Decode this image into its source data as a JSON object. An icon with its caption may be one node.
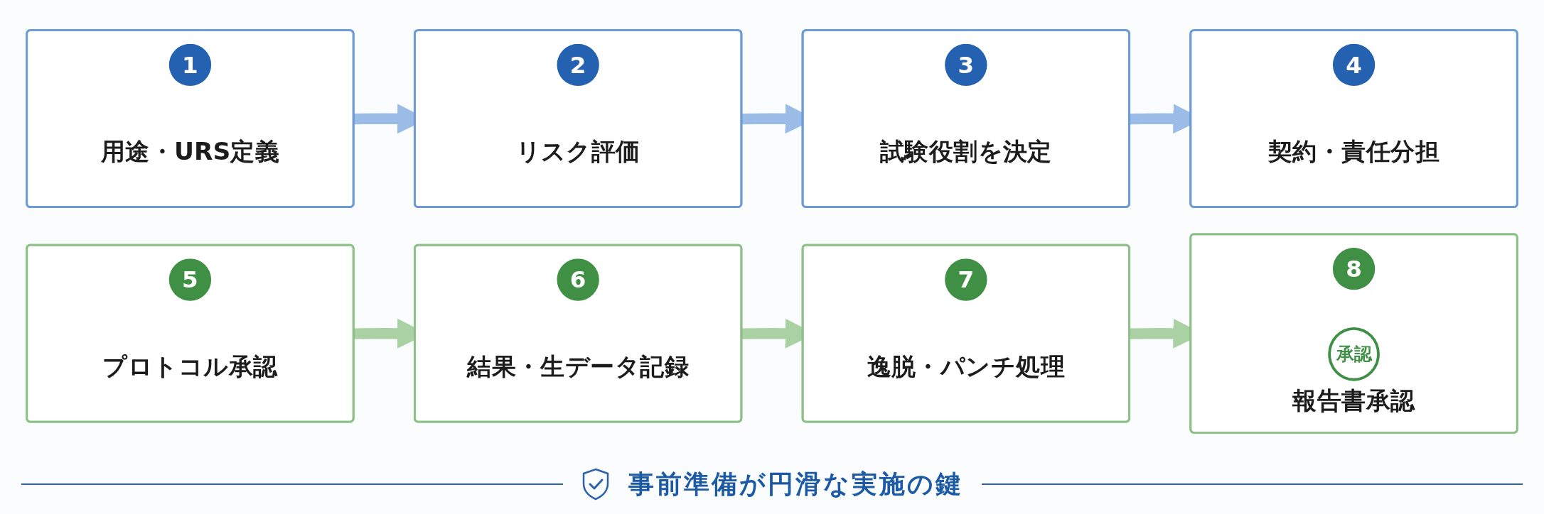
{
  "diagram": {
    "caption": "事前準備が円滑な実施の鍵",
    "nodes": [
      {
        "text": [
          "1",
          "用途・URS定義"
        ]
      },
      {
        "text": [
          "2",
          "リスク評価"
        ]
      },
      {
        "text": [
          "3",
          "試験役割を決定"
        ]
      },
      {
        "text": [
          "4",
          "契約・責任分担"
        ]
      },
      {
        "text": [
          "5",
          "プロトコル承認"
        ]
      },
      {
        "text": [
          "6",
          "結果・生データ記録"
        ]
      },
      {
        "text": [
          "7",
          "逸脱・パンチ処理"
        ]
      },
      {
        "text": [
          "8",
          "承認",
          "報告書承認"
        ]
      }
    ],
    "edges": [
      {
        "from": 0,
        "to": 1,
        "arrow": "to",
        "color": "#9bbce6"
      },
      {
        "from": 1,
        "to": 2,
        "arrow": "to",
        "color": "#9bbce6"
      },
      {
        "from": 2,
        "to": 3,
        "arrow": "to",
        "color": "#9bbce6"
      },
      {
        "from": 4,
        "to": 5,
        "arrow": "to",
        "color": "#a9d1a4"
      },
      {
        "from": 5,
        "to": 6,
        "arrow": "to",
        "color": "#a9d1a4"
      },
      {
        "from": 6,
        "to": 7,
        "arrow": "to",
        "color": "#a9d1a4"
      }
    ]
  }
}
